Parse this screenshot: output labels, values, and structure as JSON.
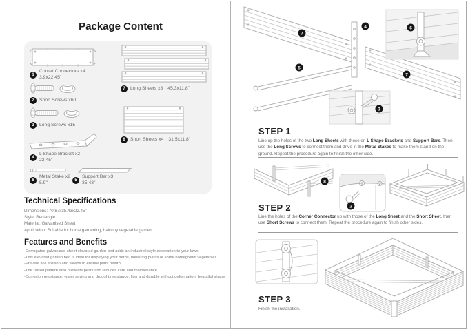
{
  "package": {
    "title": "Package Content",
    "items": [
      {
        "num": "1",
        "label": "Corner Connectors x4",
        "dims": "3.9x22.45\""
      },
      {
        "num": "2",
        "label": "Short Screws x60",
        "dims": ""
      },
      {
        "num": "3",
        "label": "Long Screws x15",
        "dims": ""
      },
      {
        "num": "4",
        "label": "L Shape Bracket x2",
        "dims": "22.45\""
      },
      {
        "num": "5",
        "label": "Support Bar x3",
        "dims": "35.43\""
      },
      {
        "num": "6",
        "label": "Metal Stake x2",
        "dims": "5.9\""
      },
      {
        "num": "7",
        "label": "Long Sheets x8",
        "dims": "45.3x11.8\""
      },
      {
        "num": "8",
        "label": "Short Sheets x4",
        "dims": "31.5x11.8\""
      }
    ]
  },
  "specs": {
    "title": "Technical Specifications",
    "lines": [
      "Dimensions: 70.87x35.43x22.45\"",
      "Style: Rectangle",
      "Material: Galvanised Sheet",
      "Application: Suitable for home gardening, balcony vegetable garden"
    ]
  },
  "features": {
    "title": "Features and Benefits",
    "bullets": [
      "-Corrugated galvanized sheet elevated garden bed adds an industrial style decoration to your lawn.",
      "-This elevated garden bed is ideal for displaying your herbs, flowering plants or some homegrown vegetables.",
      "-Prevent soil erosion and weeds to ensure plant health.",
      "-The raised pattern also prevents pests and reduces care and maintenance.",
      "-Corrosion resistance, water saving and drought resistance, firm and durable without deformation, beautiful shape"
    ]
  },
  "steps": [
    {
      "title": "STEP 1",
      "segments": [
        "Line up the holes of the two ",
        "Long Sheets",
        " with those on ",
        "L Shape Brackets",
        " and ",
        "Support Bars",
        ". Then use the ",
        "Long Screws",
        " to connect them and drive in the ",
        "Metal Stakes",
        " to make them stand on the ground. Repeat the procedure again to finish the other side."
      ]
    },
    {
      "title": "STEP 2",
      "segments": [
        "Line the holes of the ",
        "Corner Connector",
        " up with those of the ",
        "Long Sheet",
        " and the ",
        "Short Sheet",
        ", then use ",
        "Short Screws",
        " to connect them. Repeat the procedure again to finish other sides."
      ]
    },
    {
      "title": "STEP 3",
      "segments": [
        "Finish the installation."
      ]
    }
  ],
  "callouts": {
    "step1": [
      "7",
      "4",
      "6",
      "5",
      "7",
      "3"
    ],
    "step2": [
      "8",
      "2"
    ]
  },
  "colors": {
    "badge": "#151515",
    "box_background": "#f2f2f2",
    "drawing_line": "#b0b0b0",
    "body_text": "#6e6e6e",
    "heading_text": "#141414"
  }
}
